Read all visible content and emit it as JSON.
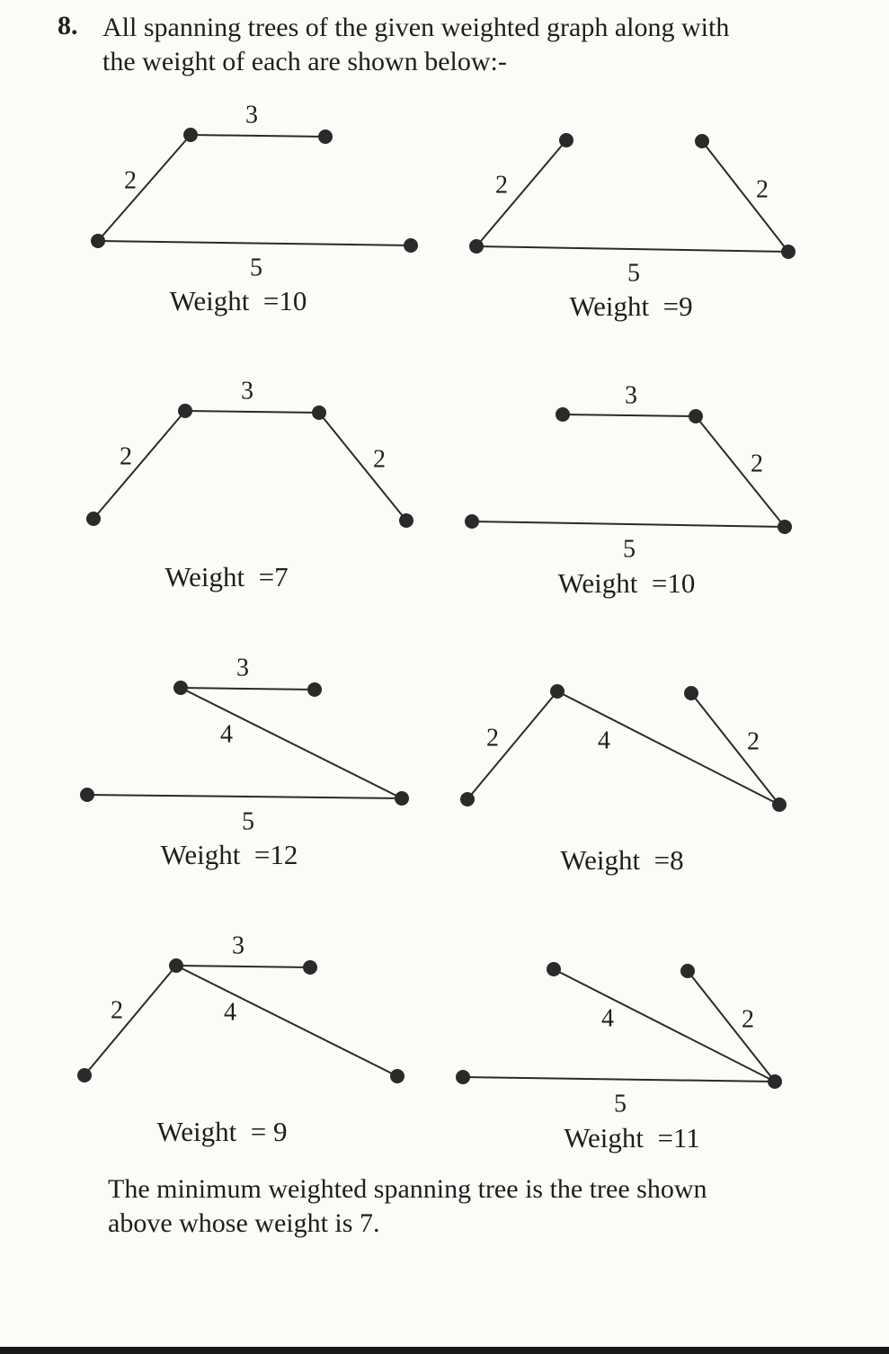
{
  "question": {
    "number": "8.",
    "line1": "All spanning trees of the given weighted graph along with",
    "line2": "the weight of each are shown below:-"
  },
  "trees": [
    {
      "edges": [
        "3",
        "2",
        "5"
      ],
      "weight_caption": "Weight  =10"
    },
    {
      "edges": [
        "2",
        "2",
        "5"
      ],
      "weight_caption": "Weight  =9"
    },
    {
      "edges": [
        "3",
        "2",
        "2"
      ],
      "weight_caption": "Weight  =7"
    },
    {
      "edges": [
        "3",
        "2",
        "5"
      ],
      "weight_caption": "Weight  =10"
    },
    {
      "edges": [
        "3",
        "4",
        "5"
      ],
      "weight_caption": "Weight  =12"
    },
    {
      "edges": [
        "2",
        "4",
        "2"
      ],
      "weight_caption": "Weight  =8"
    },
    {
      "edges": [
        "3",
        "2",
        "4"
      ],
      "weight_caption": "Weight  = 9"
    },
    {
      "edges": [
        "4",
        "2",
        "5"
      ],
      "weight_caption": "Weight  =11"
    }
  ],
  "conclusion": {
    "line1": "The minimum weighted spanning tree is the tree shown",
    "line2": "above whose weight is 7."
  }
}
